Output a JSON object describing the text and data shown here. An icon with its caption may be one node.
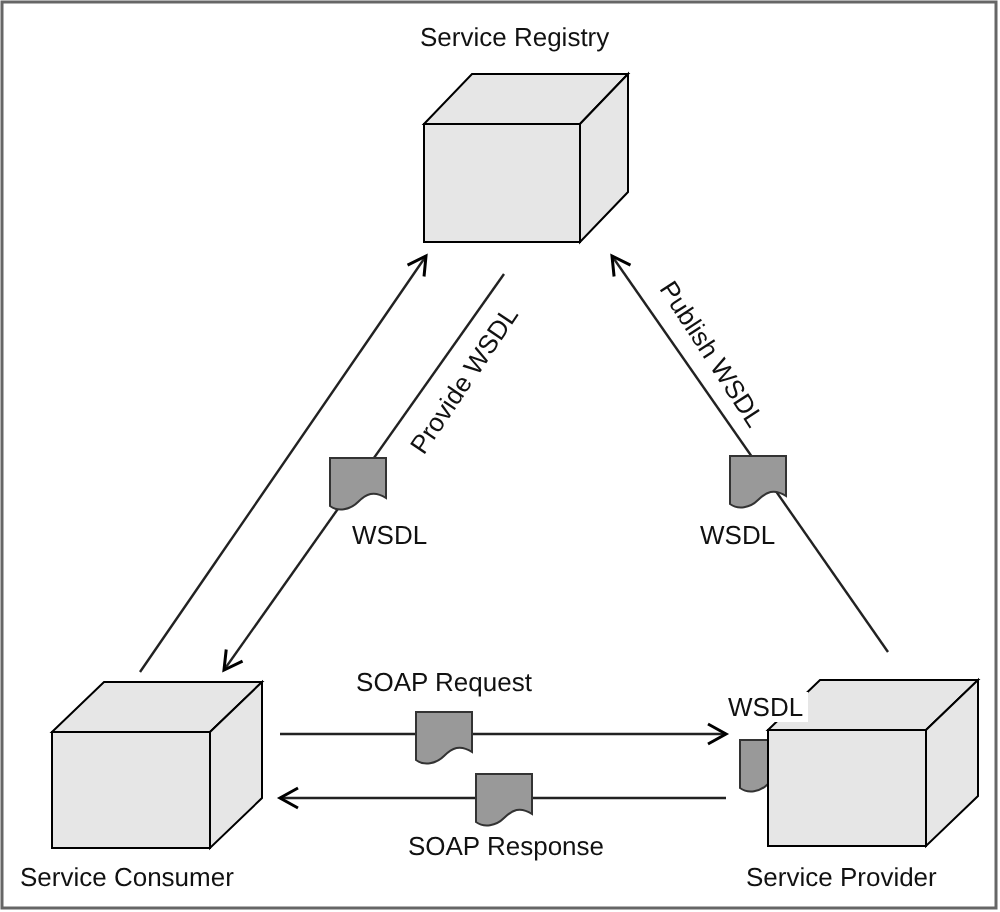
{
  "diagram": {
    "nodes": [
      {
        "text": [
          "Service Registry"
        ]
      },
      {
        "text": [
          "Service Consumer"
        ]
      },
      {
        "text": [
          "Service Provider"
        ]
      }
    ],
    "edges": [
      {
        "from": 1,
        "to": 0,
        "arrow": "to"
      },
      {
        "from": 0,
        "to": 1,
        "arrow": "to",
        "label": "Provide WSDL"
      },
      {
        "from": 2,
        "to": 0,
        "arrow": "to",
        "label": "Publish WSDL"
      },
      {
        "from": 1,
        "to": 2,
        "arrow": "to",
        "label": "SOAP Request"
      },
      {
        "from": 2,
        "to": 1,
        "arrow": "to",
        "label": "SOAP Response"
      }
    ],
    "labels": [
      "WSDL",
      "WSDL",
      "WSDL"
    ]
  }
}
